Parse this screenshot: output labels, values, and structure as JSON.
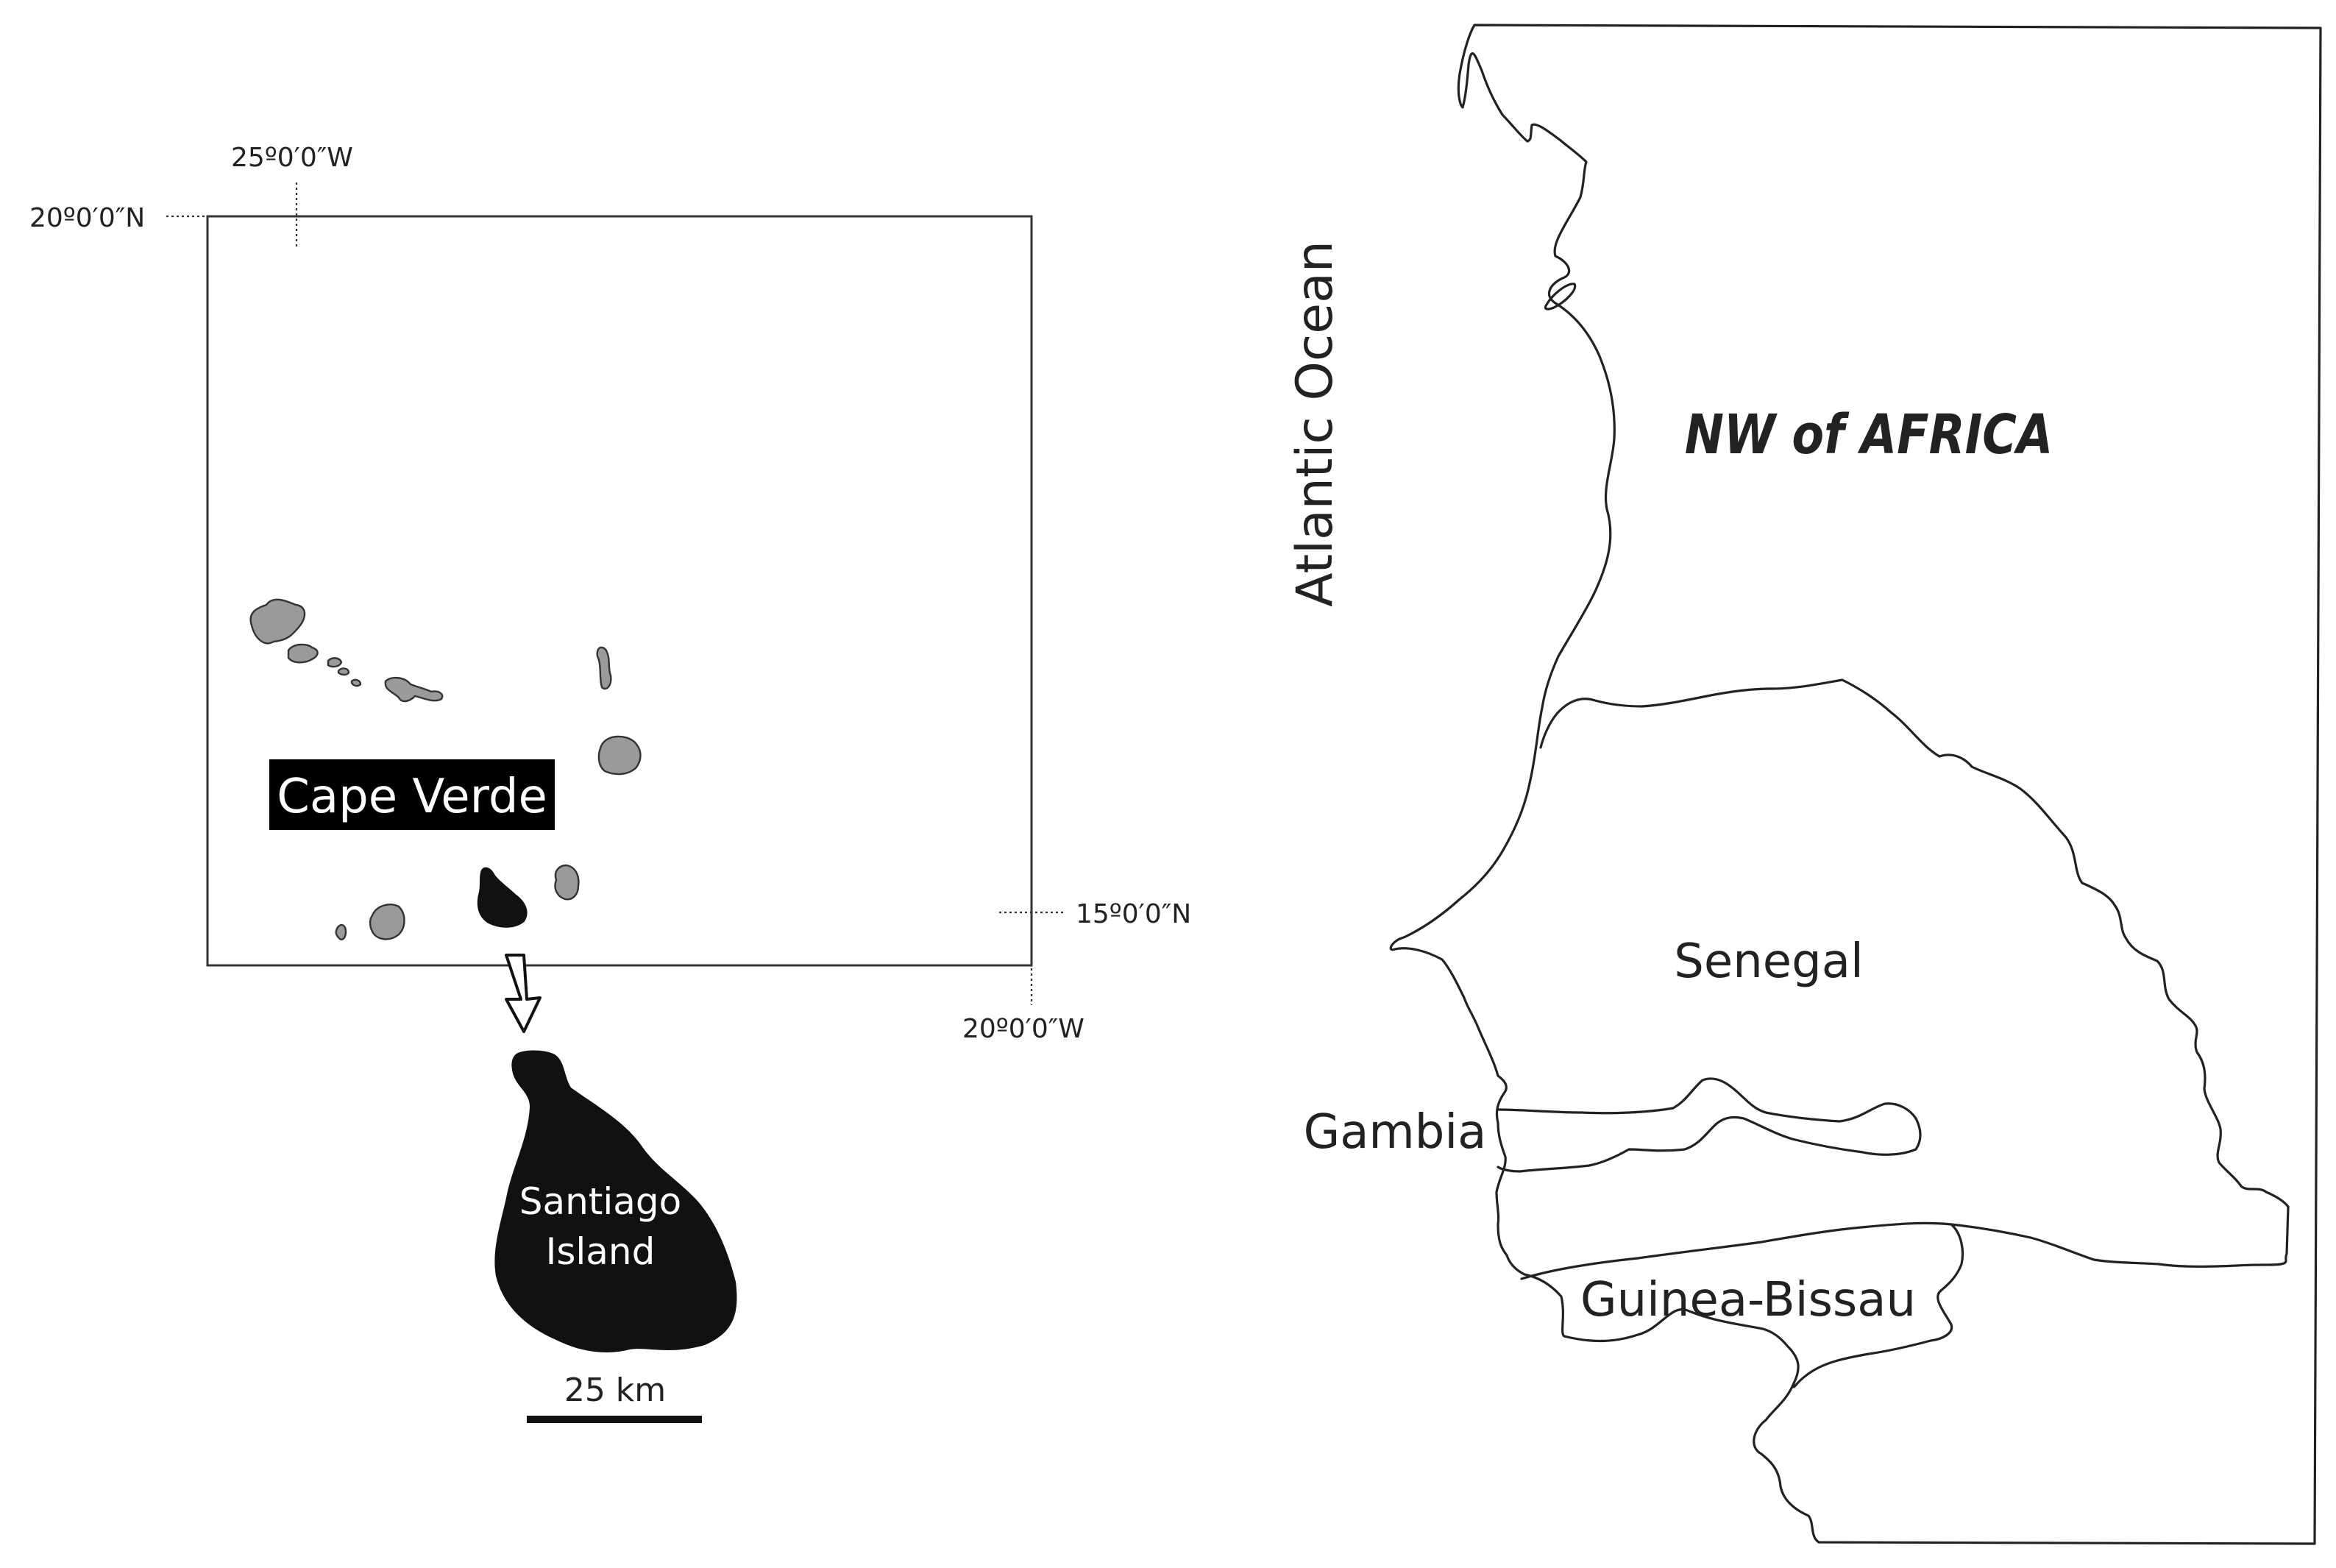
{
  "inset": {
    "lon_left_label": "25º0′0″W",
    "lat_top_label": "20º0′0″N",
    "lat_bottom_label": "15º0′0″N",
    "lon_right_label": "20º0′0″W",
    "country_label": "Cape Verde",
    "island_label_line1": "Santiago",
    "island_label_line2": "Island",
    "scale_label": "25 km"
  },
  "mainland": {
    "ocean_label": "Atlantic Ocean",
    "region_label": "NW of AFRICA",
    "countries": [
      "Senegal",
      "Gambia",
      "Guinea-Bissau"
    ]
  },
  "colors": {
    "island_fill": "#9a9a9a",
    "highlight_fill": "#111111",
    "line": "#222222"
  }
}
